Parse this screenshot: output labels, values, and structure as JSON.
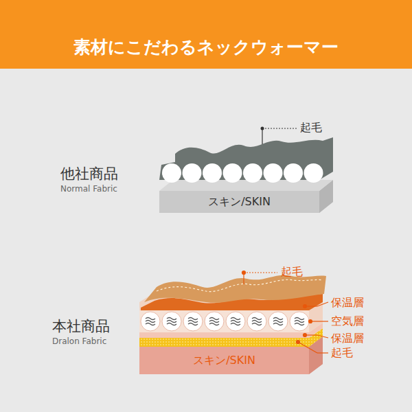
{
  "diagram": {
    "title": "素材にこだわるネックウォーマー",
    "nodes": [
      {
        "text": [
          "スキン/SKIN"
        ]
      },
      {
        "text": [
          "スキン/SKIN"
        ]
      }
    ],
    "labels": [
      "他社商品",
      "Normal Fabric",
      "起毛",
      "本社商品",
      "Dralon Fabric",
      "起毛",
      "保温層",
      "空気層",
      "保温層",
      "起毛"
    ]
  }
}
